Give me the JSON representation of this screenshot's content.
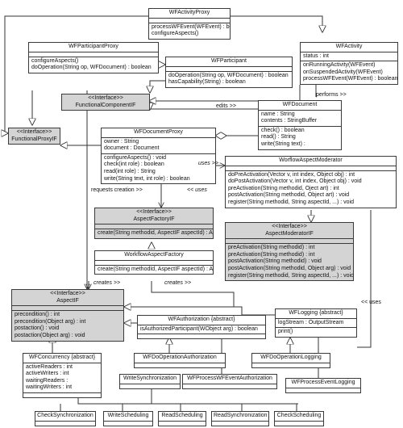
{
  "classes": {
    "wfactivityproxy": {
      "name": "WFActivityProxy",
      "stereotype": "",
      "attributes": [],
      "operations": [
        "processWFEvent(WFEvent) : boolean",
        "configureAspects()"
      ]
    },
    "wfparticipantproxy": {
      "name": "WFParticipantProxy",
      "stereotype": "",
      "attributes": [],
      "operations": [
        "configureAspects()",
        "doOperation(String op, WFDocument) : boolean"
      ]
    },
    "wfactivity": {
      "name": "WFActivity",
      "stereotype": "",
      "attributes": [
        "status : int"
      ],
      "operations": [
        "onRunningActivity(WFEvent)",
        "onSuspendedActivity(WFEvent)",
        "processWFEvent(WFEvent) : boolean"
      ]
    },
    "wfparticipant": {
      "name": "WFParticipant",
      "stereotype": "",
      "attributes": [],
      "operations": [
        "doOperation(String op, WFDocument) : boolean",
        "hasCapability(String) : boolean"
      ]
    },
    "functionalcomponentif": {
      "name": "FunctionalComponentIF",
      "stereotype": "<<Interface>>"
    },
    "wfdocument": {
      "name": "WFDocument",
      "stereotype": "",
      "attributes": [
        "name : String",
        "contents : StringBuffer"
      ],
      "operations": [
        "check() : boolean",
        "read() : String",
        "write(String text) :"
      ]
    },
    "functionalproxyif": {
      "name": "FunctionalProxyIF",
      "stereotype": "<<Interface>>"
    },
    "wfdocumentproxy": {
      "name": "WFDocumentProxy",
      "stereotype": "",
      "attributes": [
        "owner : String",
        "document : Document"
      ],
      "operations": [
        "configureAspects() : void",
        "check(int role) : boolean",
        "read(int role) : String",
        "write(String text, int role) : boolean"
      ]
    },
    "worflowaspectmoderator": {
      "name": "WorflowAspectModerator",
      "stereotype": "",
      "attributes": [],
      "operations": [
        "doPreActivation(Vector v, int index, Object obj) : int",
        "doPostActivation(Vector v, int index, Object obj) : void",
        "preActivation(String methodid, Oject art) : int",
        "postActivation(String methodid, Object art) : void",
        "register(String methodid, String aspectId, ...) : void"
      ]
    },
    "aspectfactoryif": {
      "name": "AspectFactoryIF",
      "stereotype": "<<Interface>>",
      "attributes": [],
      "operations": [
        "create(String methodid, AspectIF aspectId) : AspectIF"
      ]
    },
    "aspectmoderatorif": {
      "name": "AspectModeratorIF",
      "stereotype": "<<Interface>>",
      "attributes": [],
      "operations": [
        "preActivation(String methodid) : int",
        "preActivation(String methodid) : int",
        "postActivation(String methodid) : void",
        "postActivation(String methodid, Object arg) : void",
        "register(String methodid, String aspectId, ...) : void"
      ]
    },
    "workflowaspectfactory": {
      "name": "WorkflowAspectFactory",
      "stereotype": "",
      "attributes": [],
      "operations": [
        "create(String methodId, AspectIF aspectId) : AspectIF"
      ]
    },
    "aspectif": {
      "name": "AspectIF",
      "stereotype": "<<Interface>>",
      "attributes": [],
      "operations": [
        "precondition() : int",
        "precondition(Object arg) : int",
        "postaction() : void",
        "postaction(Object arg) : void"
      ]
    },
    "wfauthorization": {
      "name": "WFAuthorization {abstract}",
      "stereotype": "",
      "attributes": [],
      "operations": [
        "isAuthorizedParticipant(WObject arg) : boolean"
      ]
    },
    "wflogging": {
      "name": "WFLogging {abstract}",
      "stereotype": "",
      "attributes": [
        "logStream : OutputStream"
      ],
      "operations": [
        "print()"
      ]
    },
    "wfconcurrency": {
      "name": "WFConcurrency {abstract}",
      "stereotype": "",
      "attributes": [
        "activeReaders : int",
        "activeWriters : int",
        "waitingReaders :",
        "waitingWriters : int"
      ],
      "operations": []
    },
    "wfdooperationauthorization": {
      "name": "WFDoOperationAuthorization"
    },
    "wfdooperationlogging": {
      "name": "WFDoOperationLogging"
    },
    "writesynchronization": {
      "name": "WriteSynchronization"
    },
    "wfprocesswfeventauthorization": {
      "name": "WFProcessWFEventAuthorization"
    },
    "wfprocesseventlogging": {
      "name": "WFProcessEventLogging"
    },
    "checksynchronization": {
      "name": "CheckSynchronization"
    },
    "writescheduling": {
      "name": "WriteScheduling"
    },
    "readscheduling": {
      "name": "ReadScheduling"
    },
    "readsynchronization": {
      "name": "ReadSynchronization"
    },
    "checkscheduling": {
      "name": "CheckScheduling"
    }
  },
  "labels": {
    "performs": "performs >>",
    "edits": "edits >>",
    "uses_top": "uses >>",
    "requests_creation": "requests creation >>",
    "uses_left": "<< uses",
    "creates_left": "creates >>",
    "creates_mid": "creates >>",
    "uses_right": "<< uses"
  }
}
